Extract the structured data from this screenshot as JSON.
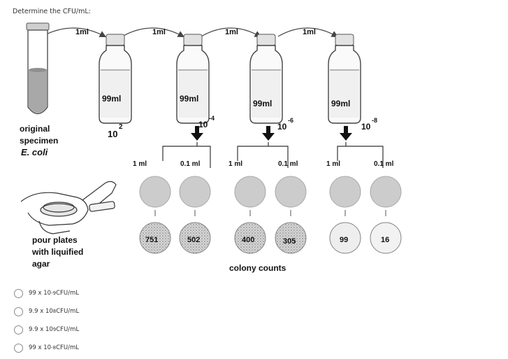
{
  "question": "Determine the CFU/mL:",
  "transfers": [
    "1ml",
    "1ml",
    "1ml",
    "1ml"
  ],
  "tube_labels": [
    "original",
    "specimen",
    "E. coli"
  ],
  "bottles": [
    {
      "volume": "99ml",
      "dilution_base": "10",
      "dilution_exp": "2"
    },
    {
      "volume": "99ml",
      "dilution_base": "10",
      "dilution_exp": "-4"
    },
    {
      "volume": "99ml",
      "dilution_base": "10",
      "dilution_exp": "-6"
    },
    {
      "volume": "99ml",
      "dilution_base": "10",
      "dilution_exp": "-8"
    }
  ],
  "plating_volumes": [
    "1 ml",
    "0.1 ml",
    "1 ml",
    "0.1 ml",
    "1 ml",
    "0.1 ml"
  ],
  "colony_counts": [
    "751",
    "502",
    "400",
    "305",
    "99",
    "16"
  ],
  "pour_plates_label": [
    "pour plates",
    "with liquified",
    "agar"
  ],
  "colony_counts_label": "colony counts",
  "options": [
    {
      "mantissa": "99 x 10",
      "exp": "-9",
      "unit": " CFU/mL"
    },
    {
      "mantissa": "9.9 x 10",
      "exp": "8",
      "unit": " CFU/mL"
    },
    {
      "mantissa": "9.9 x 10",
      "exp": "9",
      "unit": " CFU/mL"
    },
    {
      "mantissa": "99 x 10",
      "exp": "-8",
      "unit": " CFU/mL"
    }
  ]
}
